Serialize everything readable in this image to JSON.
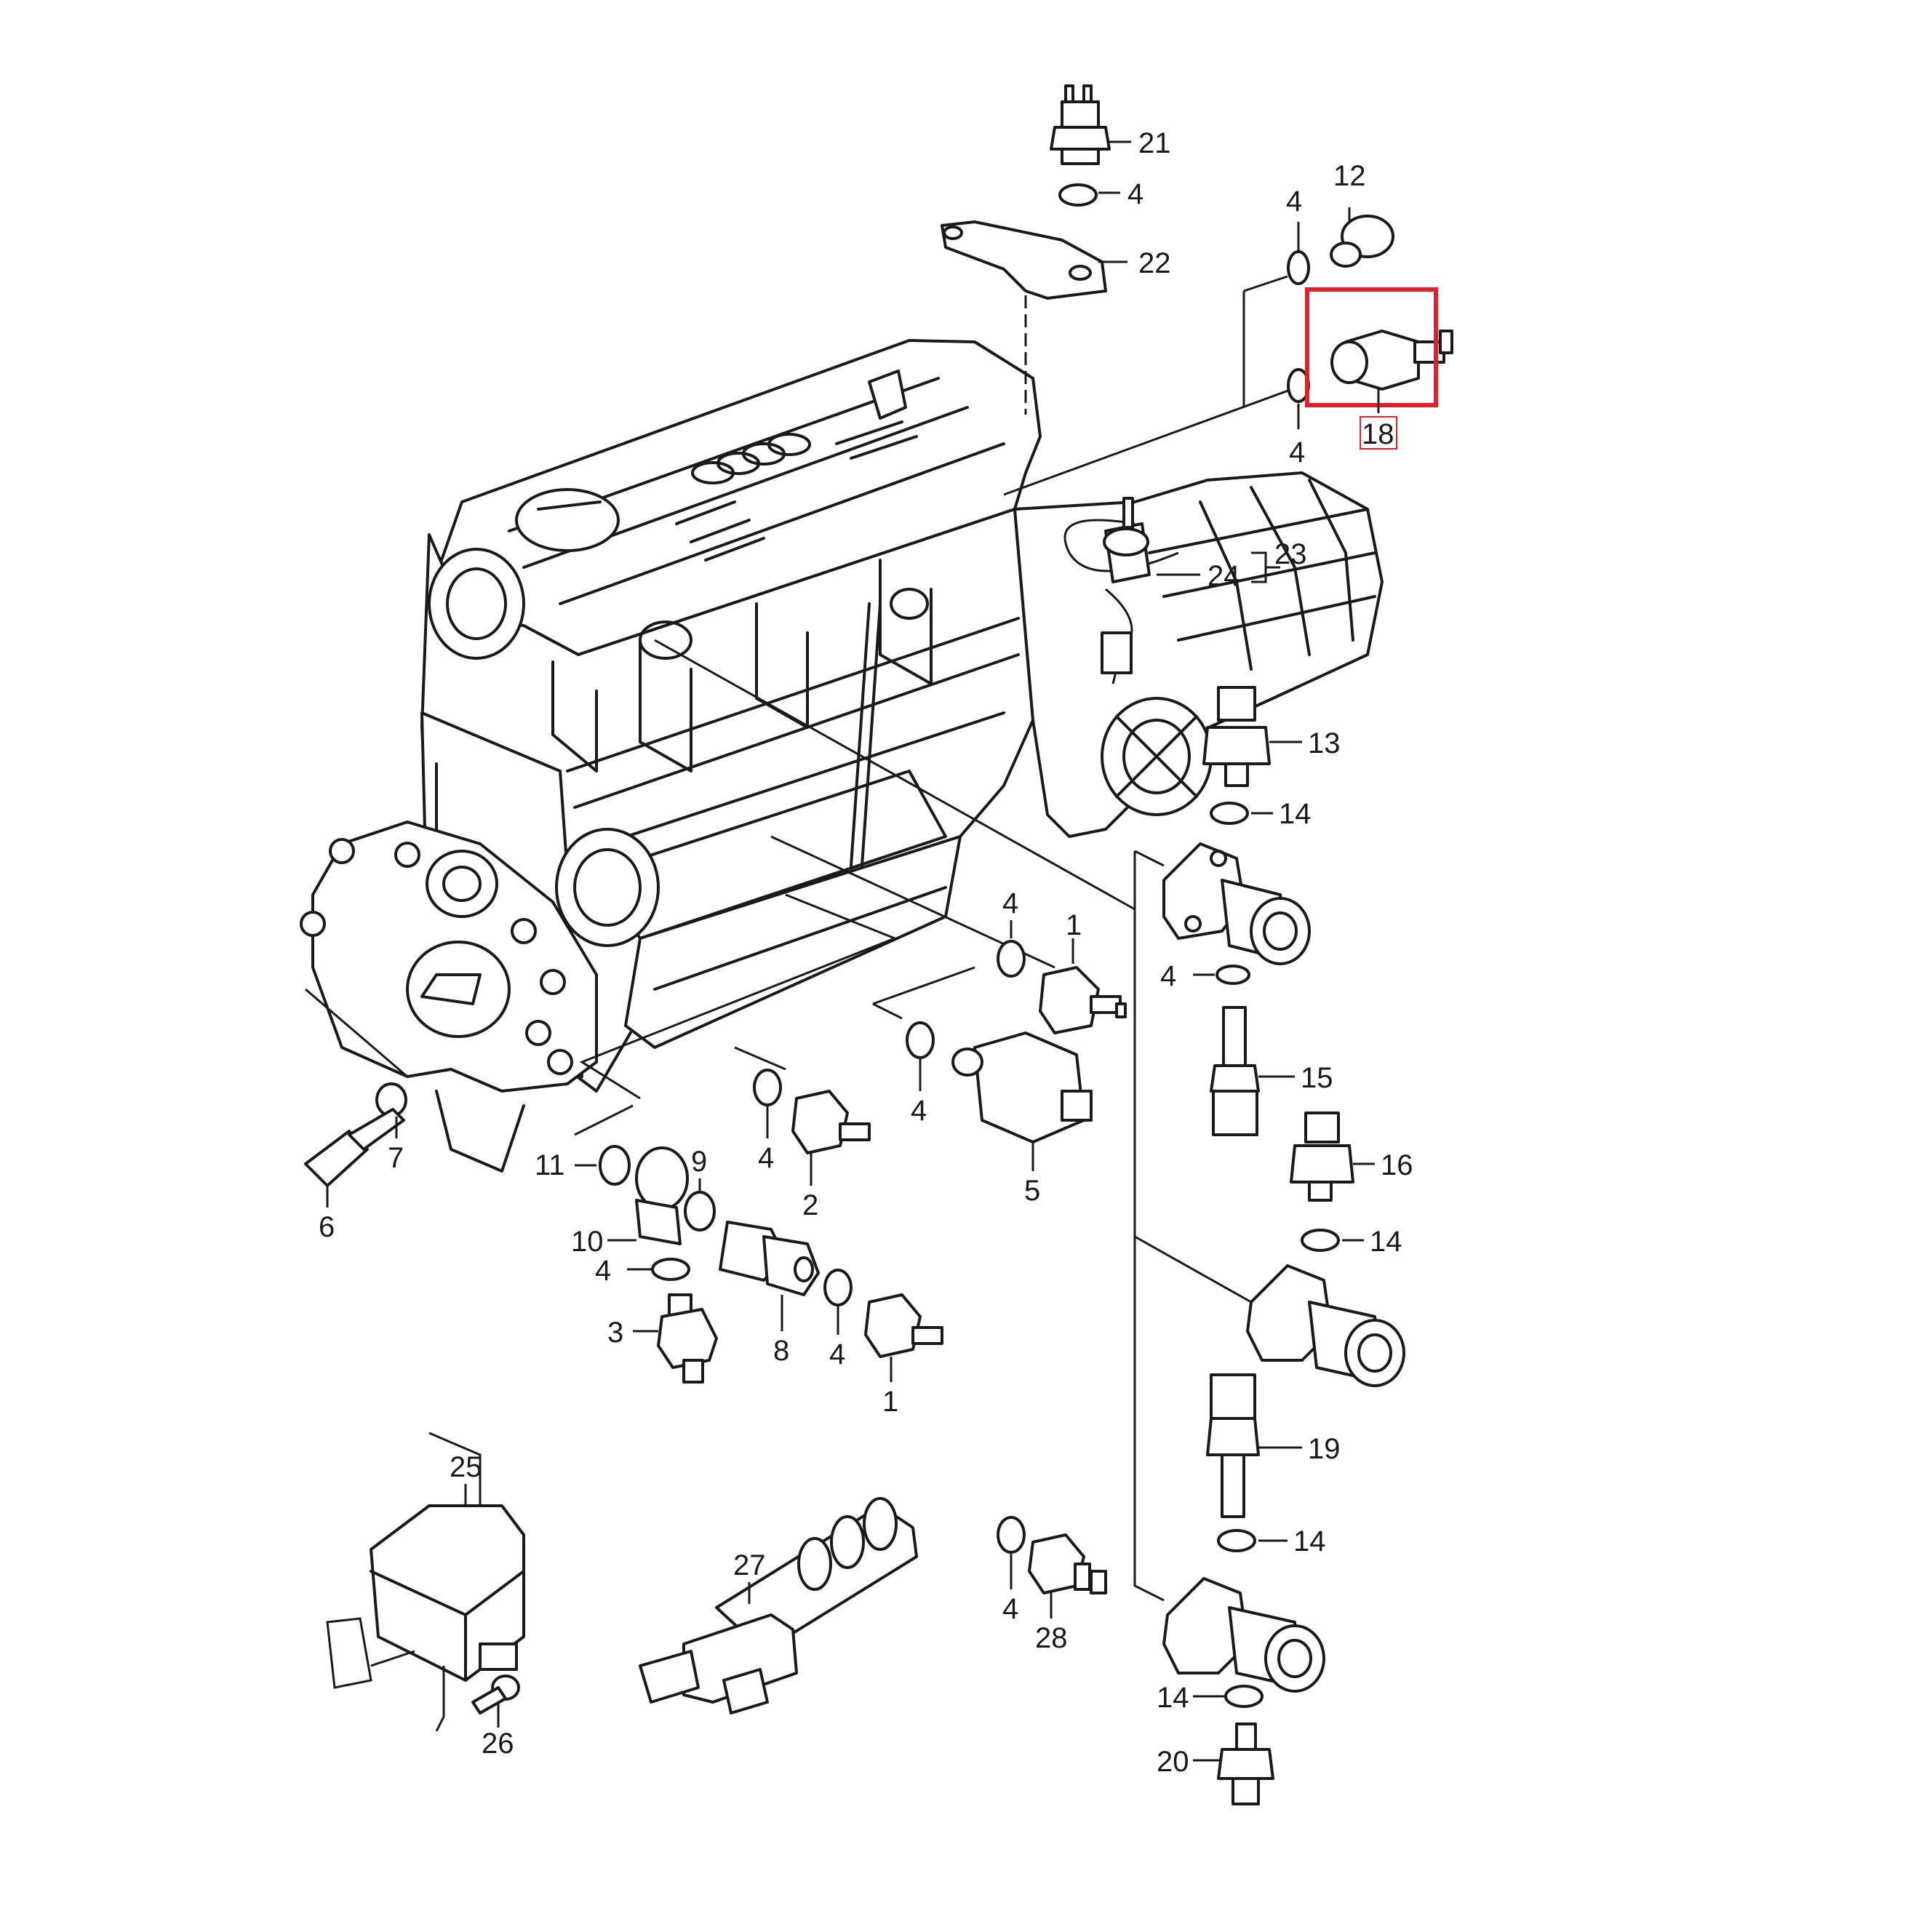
{
  "highlight_color": "#e0202b",
  "highlighted_part": "18",
  "callouts": [
    {
      "id": "c21",
      "text": "21"
    },
    {
      "id": "c4a",
      "text": "4"
    },
    {
      "id": "c22",
      "text": "22"
    },
    {
      "id": "c4b",
      "text": "4"
    },
    {
      "id": "c12",
      "text": "12"
    },
    {
      "id": "c18",
      "text": "18"
    },
    {
      "id": "c4c",
      "text": "4"
    },
    {
      "id": "c23",
      "text": "23"
    },
    {
      "id": "c24",
      "text": "24"
    },
    {
      "id": "c13",
      "text": "13"
    },
    {
      "id": "c14a",
      "text": "14"
    },
    {
      "id": "c4d",
      "text": "4"
    },
    {
      "id": "c1a",
      "text": "1"
    },
    {
      "id": "c4e",
      "text": "4"
    },
    {
      "id": "c15",
      "text": "15"
    },
    {
      "id": "c16",
      "text": "16"
    },
    {
      "id": "c14b",
      "text": "14"
    },
    {
      "id": "c4f",
      "text": "4"
    },
    {
      "id": "c5",
      "text": "5"
    },
    {
      "id": "c4g",
      "text": "4"
    },
    {
      "id": "c2",
      "text": "2"
    },
    {
      "id": "c9",
      "text": "9"
    },
    {
      "id": "c11",
      "text": "11"
    },
    {
      "id": "c7",
      "text": "7"
    },
    {
      "id": "c6",
      "text": "6"
    },
    {
      "id": "c10",
      "text": "10"
    },
    {
      "id": "c4h",
      "text": "4"
    },
    {
      "id": "c3",
      "text": "3"
    },
    {
      "id": "c8",
      "text": "8"
    },
    {
      "id": "c4i",
      "text": "4"
    },
    {
      "id": "c1b",
      "text": "1"
    },
    {
      "id": "c19",
      "text": "19"
    },
    {
      "id": "c14c",
      "text": "14"
    },
    {
      "id": "c25",
      "text": "25"
    },
    {
      "id": "c27",
      "text": "27"
    },
    {
      "id": "c4j",
      "text": "4"
    },
    {
      "id": "c28",
      "text": "28"
    },
    {
      "id": "c14d",
      "text": "14"
    },
    {
      "id": "c20",
      "text": "20"
    },
    {
      "id": "c26",
      "text": "26"
    }
  ]
}
